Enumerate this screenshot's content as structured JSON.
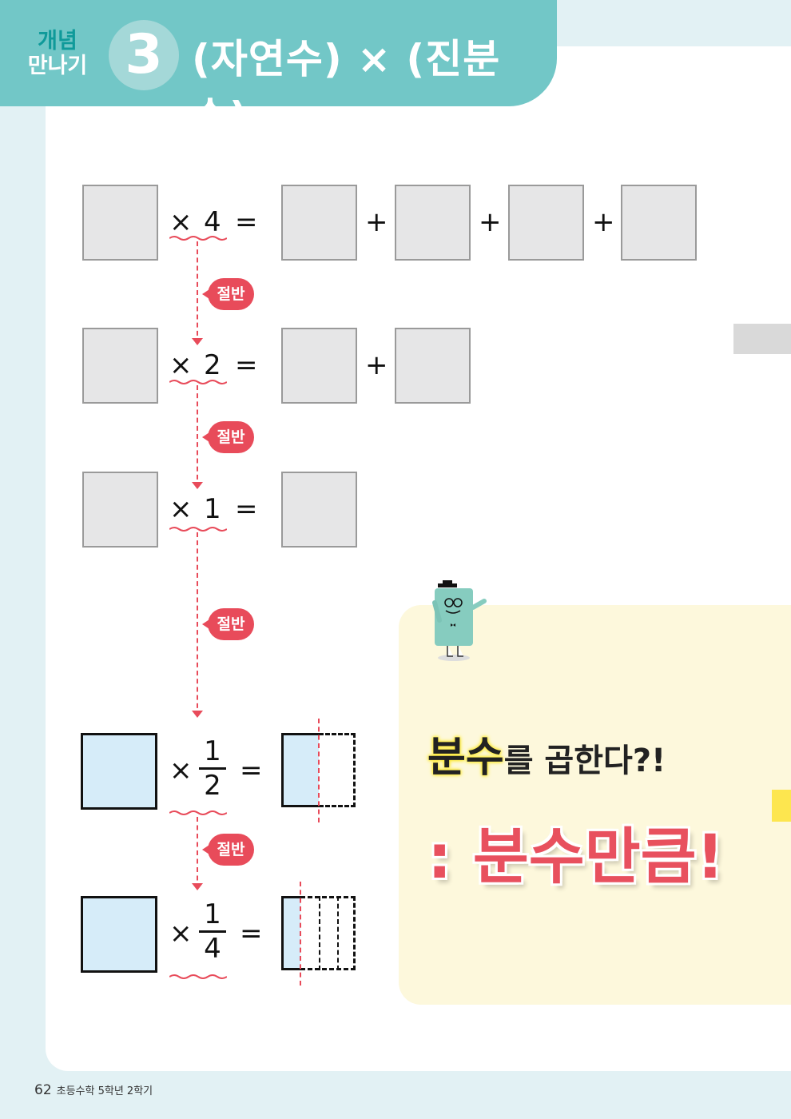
{
  "header": {
    "label_line1": "개념",
    "label_line2": "만나기",
    "number": "3",
    "title": "(자연수) × (진분수)"
  },
  "rows": [
    {
      "multiplier": "4",
      "equals": "=",
      "plus": "+"
    },
    {
      "multiplier": "2",
      "equals": "=",
      "plus": "+"
    },
    {
      "multiplier": "1",
      "equals": "="
    },
    {
      "numerator": "1",
      "denominator": "2",
      "equals": "="
    },
    {
      "numerator": "1",
      "denominator": "4",
      "equals": "="
    }
  ],
  "times": "×",
  "half_label": "절반",
  "callout": {
    "highlight": "분수",
    "question": "를 곱한다?!",
    "answer": ": 분수만큼!"
  },
  "colors": {
    "teal": "#72c7c7",
    "red": "#e84b5a",
    "yellow": "#fdf8dc"
  },
  "footer": {
    "page": "62",
    "book": "초등수학 5학년 2학기"
  }
}
